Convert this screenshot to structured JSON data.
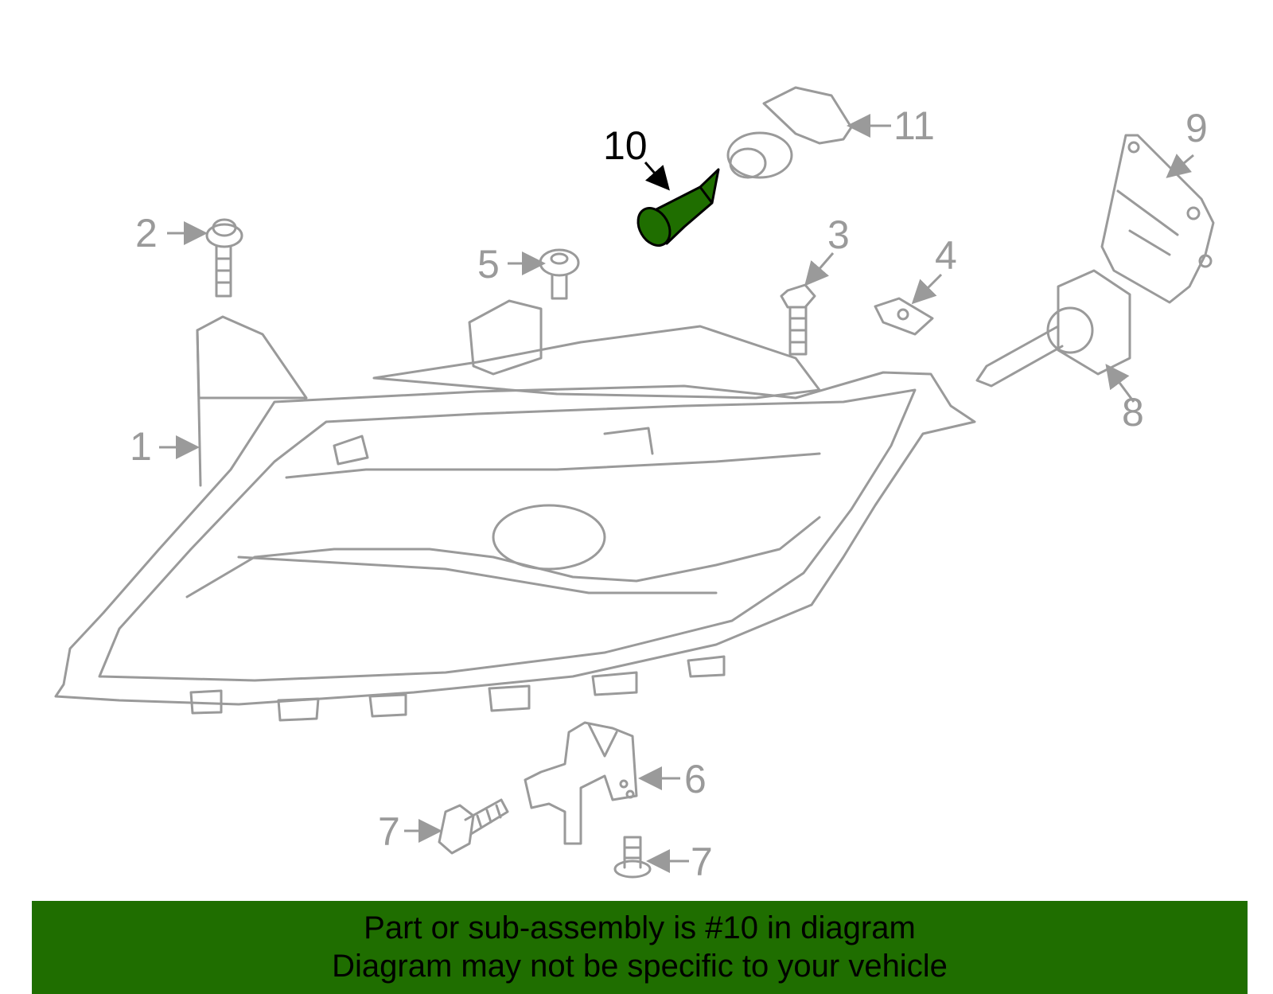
{
  "callouts": {
    "c1": "1",
    "c2": "2",
    "c3": "3",
    "c4": "4",
    "c5": "5",
    "c6": "6",
    "c7a": "7",
    "c7b": "7",
    "c8": "8",
    "c9": "9",
    "c10": "10",
    "c11": "11"
  },
  "highlighted_part": "10",
  "colors": {
    "highlight_fill": "#1f6e00",
    "line": "#9a9a9a",
    "banner": "#1f6e00"
  },
  "banner": {
    "line1": "Part or sub-assembly is #10 in diagram",
    "line2": "Diagram may not be specific to your vehicle"
  }
}
